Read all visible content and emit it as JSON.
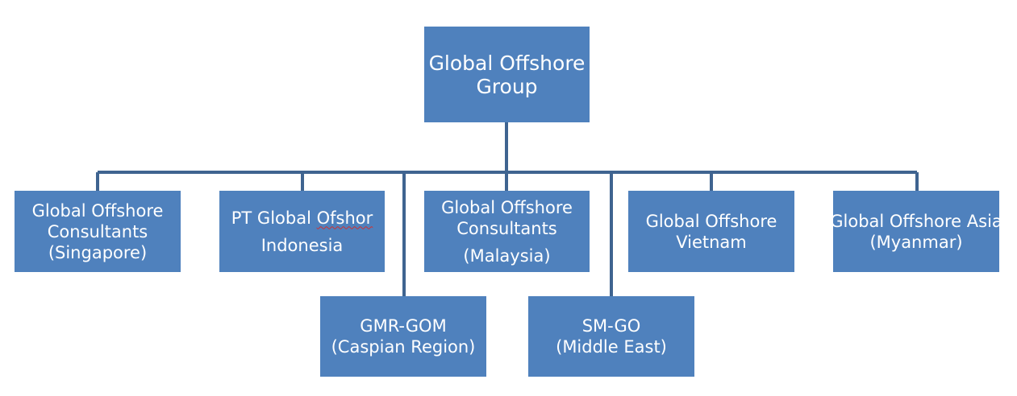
{
  "root": {
    "line1": "Global Offshore",
    "line2": "Group"
  },
  "children": [
    {
      "lines": [
        "Global Offshore",
        "Consultants",
        "(Singapore)"
      ]
    },
    {
      "line1_prefix": "PT Global ",
      "line1_word": "Ofshor",
      "line2": "Indonesia"
    },
    {
      "lines": [
        "Global Offshore",
        "Consultants",
        "(Malaysia)"
      ]
    },
    {
      "lines": [
        "Global Offshore",
        "Vietnam"
      ]
    },
    {
      "lines": [
        "Global Offshore Asia",
        "(Myanmar)"
      ]
    },
    {
      "lines": [
        "GMR-GOM",
        "(Caspian Region)"
      ]
    },
    {
      "lines": [
        "SM-GO",
        "(Middle East)"
      ]
    }
  ],
  "colors": {
    "box_fill": "#4f81bd",
    "connector": "#3f6490",
    "text": "#ffffff"
  }
}
